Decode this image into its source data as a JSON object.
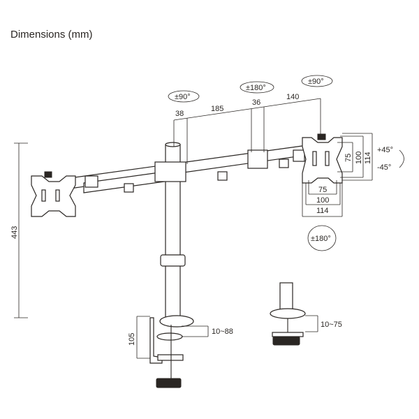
{
  "title": "Dimensions (mm)",
  "rotations": {
    "pole_swivel": "±90°",
    "arm_swivel": "±180°",
    "head_swivel": "±90°",
    "plate_rotation": "±180°",
    "tilt_up": "+45°",
    "tilt_down": "-45°"
  },
  "arm_dimensions": {
    "d1": "38",
    "d2": "185",
    "d3": "36",
    "d4": "140"
  },
  "height": "443",
  "vesa": {
    "v75": "75",
    "v100": "100",
    "v114": "114",
    "h75": "75",
    "h100": "100",
    "h114": "114"
  },
  "clamp": {
    "height": "105",
    "thickness": "10~88"
  },
  "grommet": {
    "thickness": "10~75"
  },
  "colors": {
    "line": "#2a2623"
  }
}
